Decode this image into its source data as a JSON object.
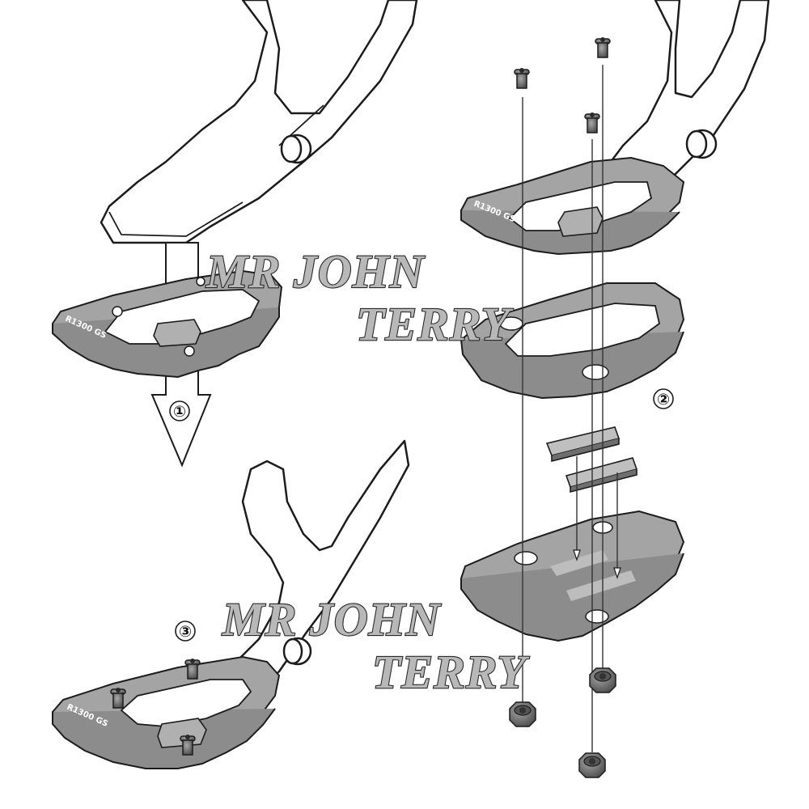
{
  "watermark": {
    "line1": "MR JOHN",
    "line2": "TERRY"
  },
  "steps": {
    "one": "①",
    "two": "②",
    "three": "③"
  },
  "plate_marking": "R1300 GS",
  "colors": {
    "plate": "#a4a4a4",
    "outline": "#1c1c1c",
    "bolt": "#6e6e6e"
  }
}
